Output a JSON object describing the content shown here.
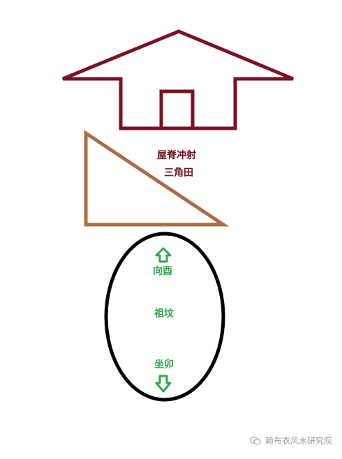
{
  "labels": {
    "roof_ridge": "屋脊冲射",
    "triangle_field": "三角田",
    "facing": "向酉",
    "grave": "祖坟",
    "sitting": "坐卯"
  },
  "watermark": {
    "text": "赖布衣风水研究院",
    "icon": "wechat-icon"
  },
  "colors": {
    "house": "#7b1125",
    "triangle": "#a86d45",
    "oval": "#000000",
    "label_red": "#6f1222",
    "label_green": "#2ea84a",
    "arrow": "#2ea84a"
  }
}
